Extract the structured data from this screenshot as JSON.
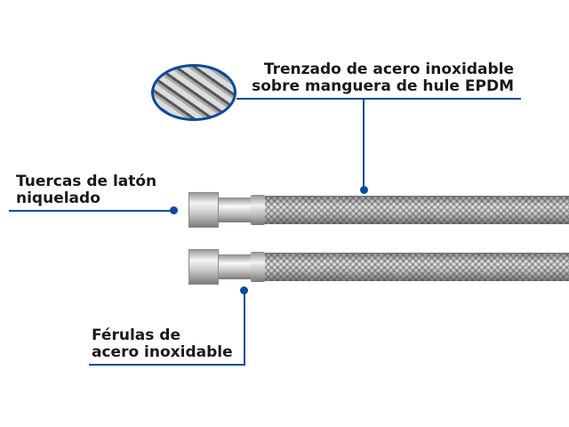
{
  "colors": {
    "accent": "#0b4a9e"
  },
  "labels": {
    "braid": [
      "Trenzado de acero inoxidable",
      "sobre manguera de hule EPDM"
    ],
    "nuts": [
      "Tuercas de latón",
      "niquelado"
    ],
    "ferrules": [
      "Férulas de",
      "acero inoxidable"
    ]
  }
}
